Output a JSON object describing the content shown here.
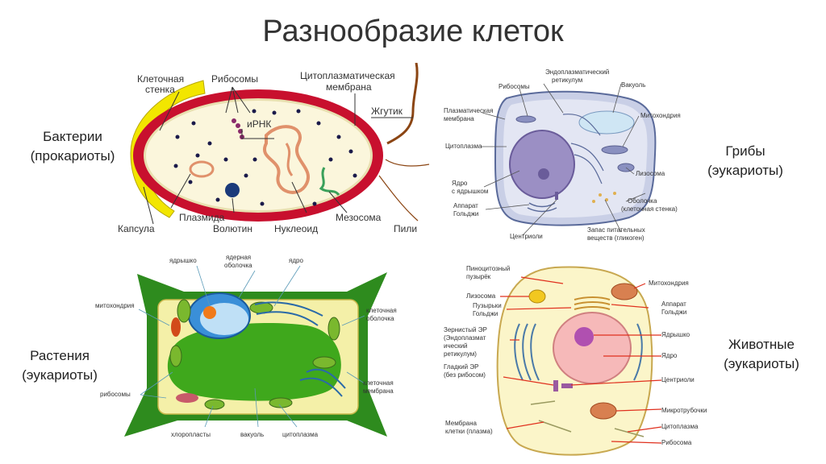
{
  "title": "Разнообразие клеток",
  "groups": {
    "bacteria": {
      "line1": "Бактерии",
      "line2": "(прокариоты)"
    },
    "fungi": {
      "line1": "Грибы",
      "line2": "(эукариоты)"
    },
    "plants": {
      "line1": "Растения",
      "line2": "(эукариоты)"
    },
    "animals": {
      "line1": "Животные",
      "line2": "(эукариоты)"
    }
  },
  "bacteria_labels": {
    "cell_wall": [
      "Клеточная",
      "стенка"
    ],
    "ribosomes": "Рибосомы",
    "mrna": "иРНК",
    "cyto_membrane": [
      "Цитоплазматическая",
      "мембрана"
    ],
    "flagellum": "Жгутик",
    "capsule": "Капсула",
    "plasmid": "Плазмида",
    "volutin": "Волютин",
    "nucleoid": "Нуклеоид",
    "mesosome": "Мезосома",
    "pili": "Пили"
  },
  "fungi_labels": {
    "er": [
      "Эндоплазматический",
      "ретикулум"
    ],
    "ribosomes": "Рибосомы",
    "vacuole": "Вакуоль",
    "plasma_membrane": [
      "Плазматическая",
      "мембрана"
    ],
    "mitochondria": "Митохондрия",
    "cytoplasm": "Цитоплазма",
    "lysosome": "Лизосома",
    "nucleus": [
      "Ядро",
      "с ядрышком"
    ],
    "golgi": [
      "Аппарат",
      "Гольджи"
    ],
    "wall": [
      "Оболочка",
      "(клеточная стенка)"
    ],
    "centrioles": "Центриоли",
    "glycogen": [
      "Запас питательных",
      "веществ (гликоген)"
    ]
  },
  "plant_labels": {
    "nucleolus": "ядрышко",
    "nuclear_envelope": [
      "ядерная",
      "оболочка"
    ],
    "nucleus": "ядро",
    "mitochondria": "митохондрия",
    "cell_wall": [
      "клеточная",
      "оболочка"
    ],
    "ribosomes": "рибосомы",
    "cell_membrane": [
      "клеточная",
      "мембрана"
    ],
    "chloroplasts": "хлоропласты",
    "vacuole": "вакуоль",
    "cytoplasm": "цитоплазма"
  },
  "animal_labels": {
    "pinocytic": [
      "Пиноцитозный",
      "пузырёк"
    ],
    "mitochondria": "Митохондрия",
    "lysosome": "Лизосома",
    "golgi_vesicles": [
      "Пузырьки",
      "Гольджи"
    ],
    "golgi": [
      "Аппарат",
      "Гольджи"
    ],
    "rough_er": [
      "Зернистый ЭР",
      "(Эндоплазмат",
      "ический",
      "ретикулум)"
    ],
    "nucleolus": "Ядрышко",
    "nucleus": "Ядро",
    "smooth_er": [
      "Гладкий ЭР",
      "(без рибосом)"
    ],
    "centrioles": "Центриоли",
    "microtubules": "Микротрубочки",
    "membrane": [
      "Мембрана",
      "клетки (плазма)"
    ],
    "cytoplasm": "Цитоплазма",
    "ribosome": "Рибосома"
  },
  "colors": {
    "bacteria_wall": "#c8102e",
    "bacteria_capsule": "#f2e600",
    "bacteria_cytoplasm": "#fbf6dc",
    "plant_wall": "#2e8b1e",
    "plant_vacuole": "#3fa81c",
    "plant_cytoplasm": "#f4f0a8",
    "nucleus_blue": "#3a8fd8",
    "fungi_cytoplasm": "#e3e6f3",
    "fungi_nucleus": "#9b8fc4",
    "animal_cytoplasm": "#fbf5c9",
    "animal_nucleus": "#f6b9b9",
    "arrow_red": "#e0301e"
  }
}
